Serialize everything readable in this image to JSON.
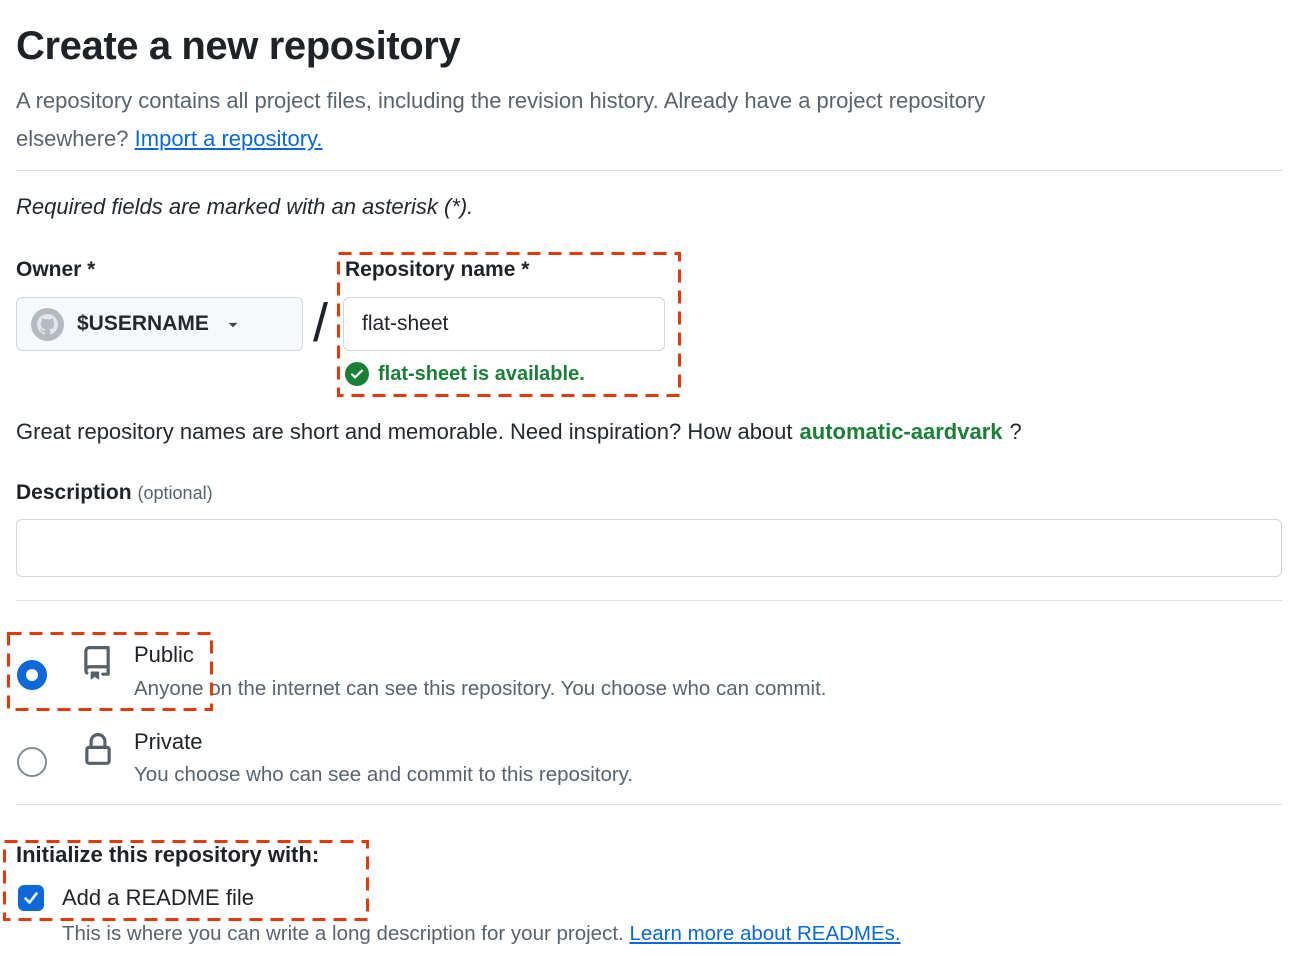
{
  "page": {
    "title": "Create a new repository",
    "intro_line1": "A repository contains all project files, including the revision history. Already have a project repository",
    "intro_line2": "elsewhere?",
    "intro_link": "Import a repository.",
    "required_note": "Required fields are marked with an asterisk (*)."
  },
  "owner": {
    "label": "Owner *",
    "value": "$USERNAME",
    "avatar_icon": "github-octocat-icon",
    "caret_icon": "triangle-down-icon"
  },
  "separator": "/",
  "repo_name": {
    "label": "Repository name *",
    "value": "flat-sheet",
    "availability_message": "flat-sheet is available.",
    "availability_icon": "check-circle-icon"
  },
  "suggestion": {
    "text_before": "Great repository names are short and memorable. Need inspiration? How about",
    "suggested_name": "automatic-aardvark",
    "text_after": "?"
  },
  "description": {
    "label": "Description",
    "optional_label": "(optional)",
    "value": "",
    "placeholder": ""
  },
  "visibility": {
    "public": {
      "label": "Public",
      "description": "Anyone on the internet can see this repository. You choose who can commit.",
      "selected": true,
      "icon": "repo-book-icon"
    },
    "private": {
      "label": "Private",
      "description": "You choose who can see and commit to this repository.",
      "selected": false,
      "icon": "lock-icon"
    }
  },
  "initialize": {
    "heading": "Initialize this repository with:",
    "readme_checkbox": {
      "label": "Add a README file",
      "checked": true,
      "help_text": "This is where you can write a long description for your project.",
      "help_link": "Learn more about READMEs."
    }
  },
  "annotations": {
    "color": "#e23a0b",
    "regions": [
      "repository-name-field",
      "public-visibility-option",
      "initialize-readme-checkbox"
    ]
  },
  "colors": {
    "accent_blue": "#0d69da",
    "link_blue": "#0969da",
    "success_green": "#1a7f37",
    "annotation_orange": "#e23a0b",
    "border_gray": "#d0d7de",
    "muted_text": "#59636e"
  }
}
